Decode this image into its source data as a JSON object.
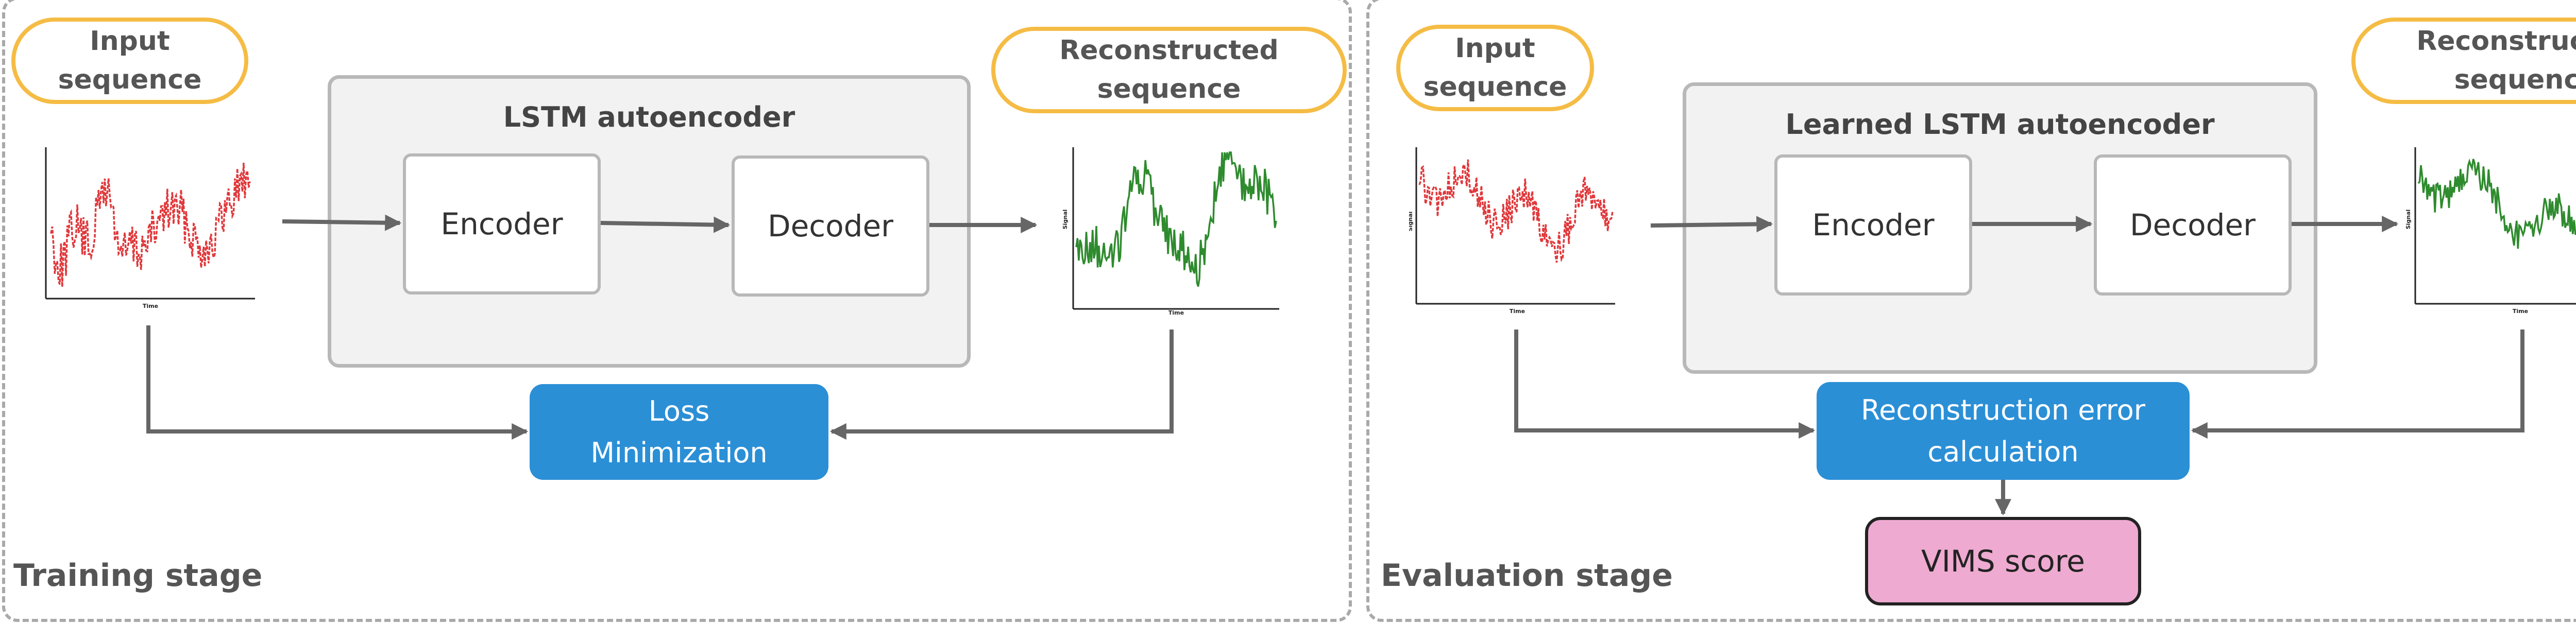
{
  "colors": {
    "dashed_border": "#a9a9a9",
    "pill_border": "#f5bc45",
    "box_fill": "#f2f2f2",
    "box_border": "#b8b8b8",
    "blue_fill": "#2b8fd6",
    "pink_fill": "#eeaad0",
    "arrow": "#666666",
    "input_signal": "#e0383b",
    "reconstructed_signal": "#2e8b2e"
  },
  "training": {
    "stage_label": "Training stage",
    "input_label": "Input\nsequence",
    "reconstructed_label": "Reconstructed\nsequence",
    "autoencoder_title": "LSTM autoencoder",
    "encoder_label": "Encoder",
    "decoder_label": "Decoder",
    "loss_label": "Loss\nMinimization",
    "plot_xlabel": "Time",
    "plot_ylabel": "Signal"
  },
  "evaluation": {
    "stage_label": "Evaluation stage",
    "input_label": "Input\nsequence",
    "reconstructed_label": "Reconstructed\nsequence",
    "autoencoder_title": "Learned LSTM autoencoder",
    "encoder_label": "Encoder",
    "decoder_label": "Decoder",
    "error_label": "Reconstruction error\ncalculation",
    "score_label": "VIMS score",
    "plot_xlabel": "Time",
    "plot_ylabel": "Signal"
  }
}
